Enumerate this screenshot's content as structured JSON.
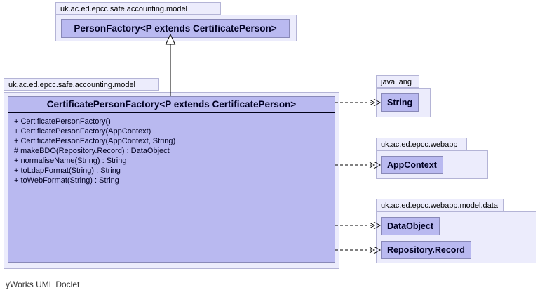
{
  "footer": "yWorks UML Doclet",
  "colors": {
    "package_fill": "#ececfc",
    "package_border": "#b4b4d6",
    "class_fill": "#b9b9f0",
    "class_border": "#8989b8",
    "separator": "#000018",
    "arrow": "#000000"
  },
  "top_package": {
    "name": "uk.ac.ed.epcc.safe.accounting.model",
    "class_name": "PersonFactory<P extends CertificatePerson>"
  },
  "main_package": {
    "name": "uk.ac.ed.epcc.safe.accounting.model",
    "class_name": "CertificatePersonFactory<P extends CertificatePerson>",
    "methods": [
      "+ CertificatePersonFactory()",
      "+ CertificatePersonFactory(AppContext)",
      "+ CertificatePersonFactory(AppContext, String)",
      "# makeBDO(Repository.Record) : DataObject",
      "+ normaliseName(String) : String",
      "+ toLdapFormat(String) : String",
      "+ toWebFormat(String) : String"
    ]
  },
  "dependencies": [
    {
      "package": "java.lang",
      "classes": [
        "String"
      ]
    },
    {
      "package": "uk.ac.ed.epcc.webapp",
      "classes": [
        "AppContext"
      ]
    },
    {
      "package": "uk.ac.ed.epcc.webapp.model.data",
      "classes": [
        "DataObject",
        "Repository.Record"
      ]
    }
  ],
  "edges": [
    {
      "from": "CertificatePersonFactory",
      "to": "PersonFactory",
      "type": "generalization",
      "style": "solid-hollow-triangle"
    },
    {
      "from": "CertificatePersonFactory",
      "to": "String",
      "type": "dependency",
      "style": "dashed-open-arrow"
    },
    {
      "from": "CertificatePersonFactory",
      "to": "AppContext",
      "type": "dependency",
      "style": "dashed-open-arrow"
    },
    {
      "from": "CertificatePersonFactory",
      "to": "DataObject",
      "type": "dependency",
      "style": "dashed-open-arrow"
    },
    {
      "from": "CertificatePersonFactory",
      "to": "Repository.Record",
      "type": "dependency",
      "style": "dashed-open-arrow"
    }
  ]
}
